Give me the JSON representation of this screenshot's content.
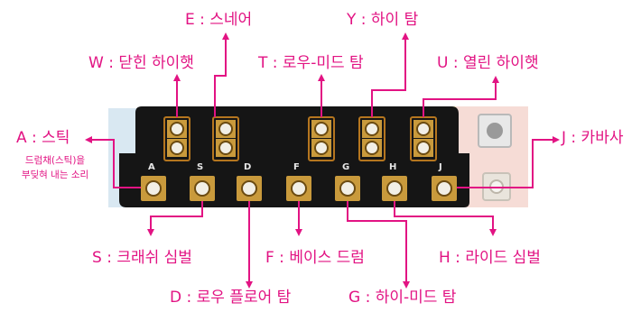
{
  "colors": {
    "accent": "#e21383",
    "board": "#151515",
    "pad_gold": "#c99a3c",
    "pad_bronze": "#b5761f",
    "background_tint_left": "#d9e8f2",
    "background_tint_right": "#f6dcd6"
  },
  "pads": {
    "bottom_row": [
      "A",
      "S",
      "D",
      "F",
      "G",
      "H",
      "J"
    ]
  },
  "labels": {
    "kick": "A : 스틱",
    "kick_note_1": "드럼채(스틱)을",
    "kick_note_2": "부딪혀 내는 소리",
    "crash": "S : 크래쉬 심벌",
    "low_floor_tom": "D : 로우 플로어 탐",
    "bass_drum": "F : 베이스 드럼",
    "high_mid_tom": "G : 하이-미드 탐",
    "ride": "H : 라이드 심벌",
    "cabasa": "J : 카바사",
    "closed_hihat": "W : 닫힌 하이햇",
    "snare": "E : 스네어",
    "low_mid_tom": "T : 로우-미드 탐",
    "high_tom": "Y : 하이 탐",
    "open_hihat": "U : 열린 하이햇"
  }
}
